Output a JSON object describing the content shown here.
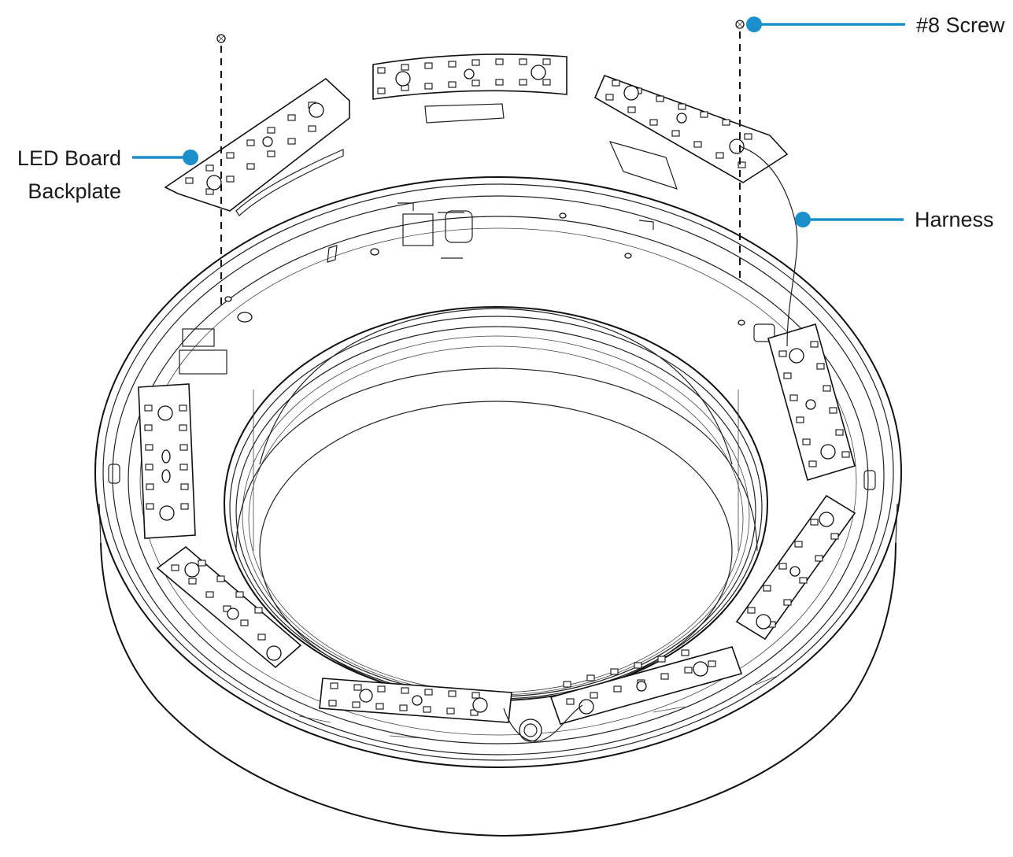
{
  "callouts": {
    "screw": "#8 Screw",
    "board_line1": "LED Board",
    "board_line2": "Backplate",
    "harness": "Harness"
  },
  "colors": {
    "leader": "#1a8fc9",
    "linework": "#111111",
    "background": "#ffffff"
  }
}
